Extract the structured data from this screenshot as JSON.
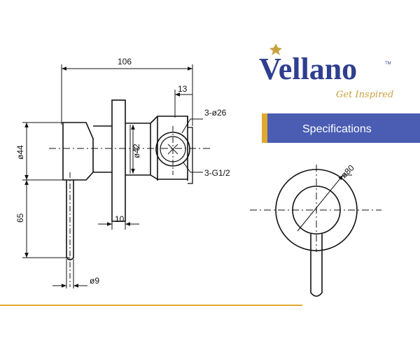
{
  "brand": {
    "name": "Vellano",
    "trademark": "TM",
    "tagline": "Get Inspired",
    "navy": "#2f3f8f",
    "gold": "#c9a23f"
  },
  "banner": {
    "label": "Specifications",
    "bg_color": "#4a5db3",
    "accent_color": "#e0a92e"
  },
  "side_view": {
    "dim_width": "106",
    "dim_outlet_offset": "13",
    "dim_outlet_diameter": "3-ø26",
    "dim_thread": "3-G1/2",
    "dim_body_diameter": "ø42",
    "dim_handle_diameter": "ø44",
    "dim_handle_length": "65",
    "dim_plate_thickness": "10",
    "dim_lever_diameter": "ø9"
  },
  "front_view": {
    "dim_plate_diameter": "ø80"
  },
  "divider_color": "#e0a92e"
}
